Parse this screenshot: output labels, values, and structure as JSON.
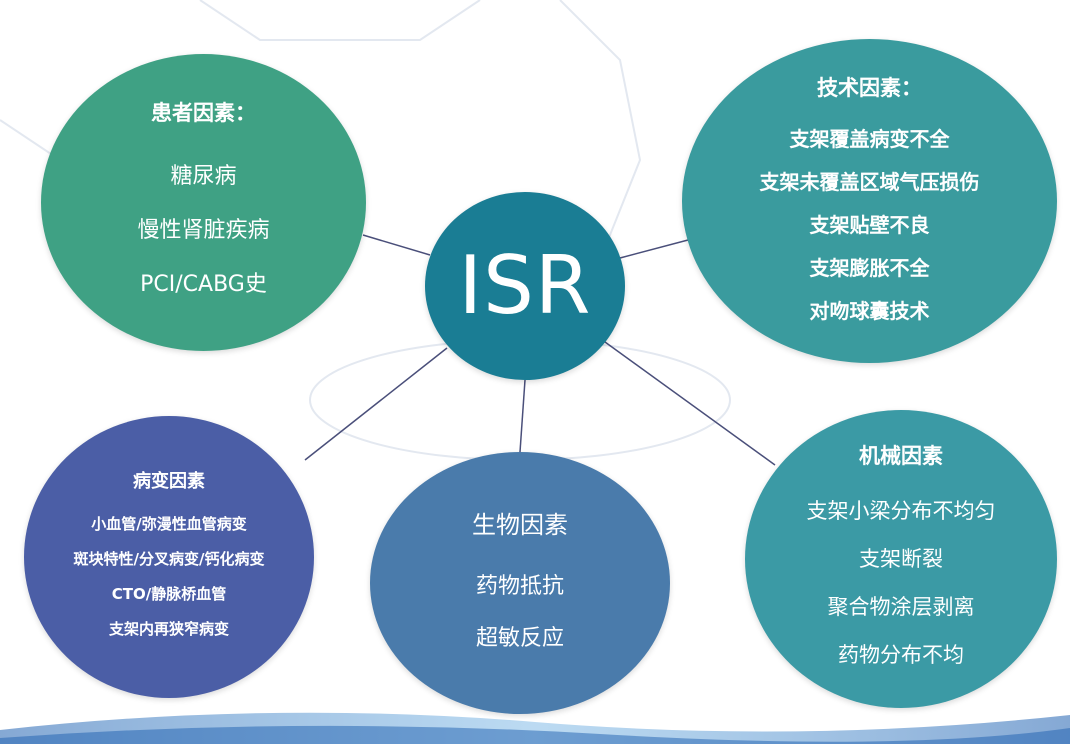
{
  "center": {
    "label": "ISR"
  },
  "patient": {
    "title": "患者因素：",
    "items": [
      "糖尿病",
      "慢性肾脏疾病",
      "PCI/CABG史"
    ]
  },
  "technical": {
    "title": "技术因素：",
    "items": [
      "支架覆盖病变不全",
      "支架未覆盖区域气压损伤",
      "支架贴壁不良",
      "支架膨胀不全",
      "对吻球囊技术"
    ]
  },
  "lesion": {
    "title": "病变因素",
    "items": [
      "小血管/弥漫性血管病变",
      "斑块特性/分叉病变/钙化病变",
      "CTO/静脉桥血管",
      "支架内再狭窄病变"
    ]
  },
  "biological": {
    "title": "生物因素",
    "items": [
      "药物抵抗",
      "超敏反应"
    ]
  },
  "mechanical": {
    "title": "机械因素",
    "items": [
      "支架小梁分布不均匀",
      "支架断裂",
      "聚合物涂层剥离",
      "药物分布不均"
    ]
  },
  "colors": {
    "center": "#1a7d94",
    "patient": "#3fa184",
    "technical": "#3a9b9e",
    "lesion": "#4b5ea6",
    "biological": "#4a7bab",
    "mechanical": "#3b9aa5",
    "connector": "#4a4f7a"
  }
}
